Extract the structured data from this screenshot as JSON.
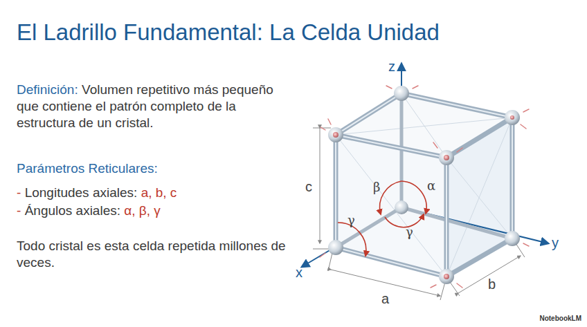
{
  "diagram": {
    "title": "El Ladrillo Fundamental: La Celda Unidad",
    "labels": [
      "Definición:",
      "Volumen repetitivo más pequeño que contiene el patrón completo de la estructura de un cristal.",
      "Parámetros Reticulares:",
      "-",
      "Longitudes axiales:",
      "a, b, c",
      "-",
      "Ángulos axiales:",
      "α, β, γ",
      "Todo cristal es esta celda repetida millones de veces.",
      "z",
      "y",
      "x",
      "c",
      "a",
      "b",
      "β",
      "α",
      "γ",
      "γ",
      "NotebookLM"
    ]
  }
}
